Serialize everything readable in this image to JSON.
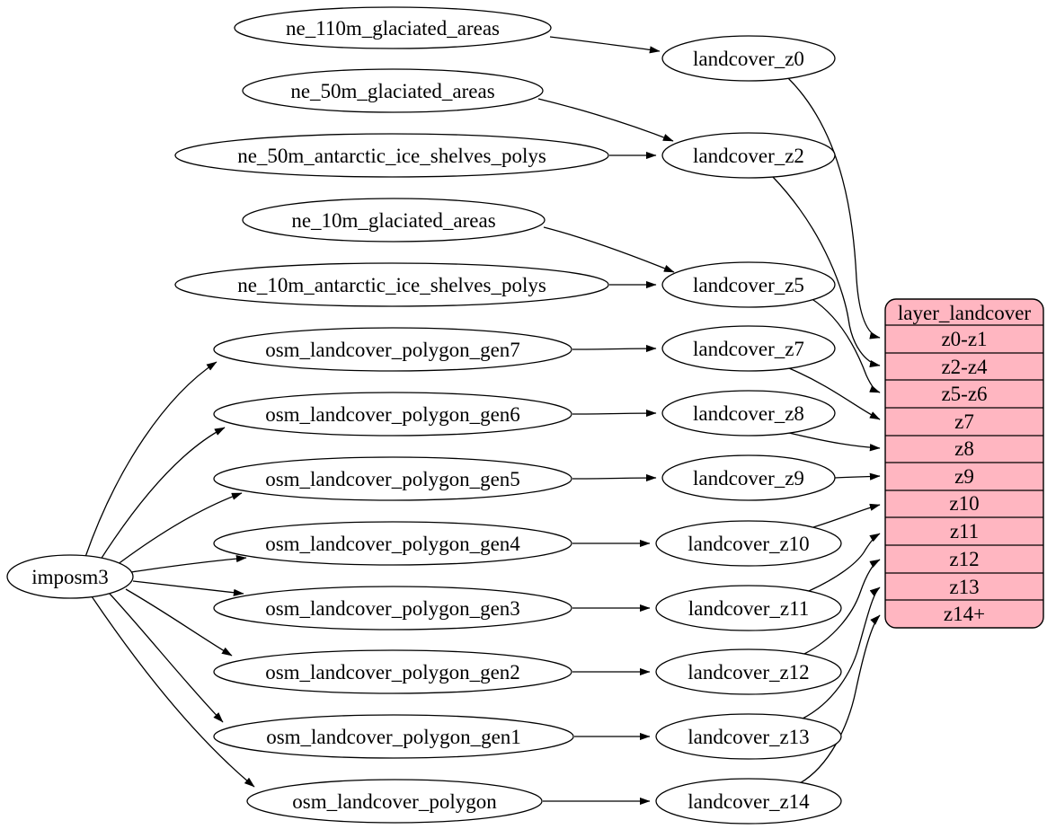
{
  "diagram": {
    "kind": "etl-dependency-graph",
    "description": "Mapping of source tables through landcover zoom-level views into the layer_landcover output"
  },
  "colors": {
    "table_fill": "#ffb6c1",
    "node_fill": "#ffffff",
    "stroke": "#000000"
  },
  "nodes": {
    "imposm3": {
      "label": "imposm3"
    },
    "ne_110m_glaciated_areas": {
      "label": "ne_110m_glaciated_areas"
    },
    "ne_50m_glaciated_areas": {
      "label": "ne_50m_glaciated_areas"
    },
    "ne_50m_antarctic_ice_shelves_polys": {
      "label": "ne_50m_antarctic_ice_shelves_polys"
    },
    "ne_10m_glaciated_areas": {
      "label": "ne_10m_glaciated_areas"
    },
    "ne_10m_antarctic_ice_shelves_polys": {
      "label": "ne_10m_antarctic_ice_shelves_polys"
    },
    "osm_landcover_polygon_gen7": {
      "label": "osm_landcover_polygon_gen7"
    },
    "osm_landcover_polygon_gen6": {
      "label": "osm_landcover_polygon_gen6"
    },
    "osm_landcover_polygon_gen5": {
      "label": "osm_landcover_polygon_gen5"
    },
    "osm_landcover_polygon_gen4": {
      "label": "osm_landcover_polygon_gen4"
    },
    "osm_landcover_polygon_gen3": {
      "label": "osm_landcover_polygon_gen3"
    },
    "osm_landcover_polygon_gen2": {
      "label": "osm_landcover_polygon_gen2"
    },
    "osm_landcover_polygon_gen1": {
      "label": "osm_landcover_polygon_gen1"
    },
    "osm_landcover_polygon": {
      "label": "osm_landcover_polygon"
    },
    "landcover_z0": {
      "label": "landcover_z0"
    },
    "landcover_z2": {
      "label": "landcover_z2"
    },
    "landcover_z5": {
      "label": "landcover_z5"
    },
    "landcover_z7": {
      "label": "landcover_z7"
    },
    "landcover_z8": {
      "label": "landcover_z8"
    },
    "landcover_z9": {
      "label": "landcover_z9"
    },
    "landcover_z10": {
      "label": "landcover_z10"
    },
    "landcover_z11": {
      "label": "landcover_z11"
    },
    "landcover_z12": {
      "label": "landcover_z12"
    },
    "landcover_z13": {
      "label": "landcover_z13"
    },
    "landcover_z14": {
      "label": "landcover_z14"
    }
  },
  "table": {
    "title": "layer_landcover",
    "rows": [
      "z0-z1",
      "z2-z4",
      "z5-z6",
      "z7",
      "z8",
      "z9",
      "z10",
      "z11",
      "z12",
      "z13",
      "z14+"
    ]
  },
  "edges": [
    {
      "from": "ne_110m_glaciated_areas",
      "to": "landcover_z0"
    },
    {
      "from": "ne_50m_glaciated_areas",
      "to": "landcover_z2"
    },
    {
      "from": "ne_50m_antarctic_ice_shelves_polys",
      "to": "landcover_z2"
    },
    {
      "from": "ne_10m_glaciated_areas",
      "to": "landcover_z5"
    },
    {
      "from": "ne_10m_antarctic_ice_shelves_polys",
      "to": "landcover_z5"
    },
    {
      "from": "osm_landcover_polygon_gen7",
      "to": "landcover_z7"
    },
    {
      "from": "osm_landcover_polygon_gen6",
      "to": "landcover_z8"
    },
    {
      "from": "osm_landcover_polygon_gen5",
      "to": "landcover_z9"
    },
    {
      "from": "osm_landcover_polygon_gen4",
      "to": "landcover_z10"
    },
    {
      "from": "osm_landcover_polygon_gen3",
      "to": "landcover_z11"
    },
    {
      "from": "osm_landcover_polygon_gen2",
      "to": "landcover_z12"
    },
    {
      "from": "osm_landcover_polygon_gen1",
      "to": "landcover_z13"
    },
    {
      "from": "osm_landcover_polygon",
      "to": "landcover_z14"
    },
    {
      "from": "imposm3",
      "to": "osm_landcover_polygon_gen7"
    },
    {
      "from": "imposm3",
      "to": "osm_landcover_polygon_gen6"
    },
    {
      "from": "imposm3",
      "to": "osm_landcover_polygon_gen5"
    },
    {
      "from": "imposm3",
      "to": "osm_landcover_polygon_gen4"
    },
    {
      "from": "imposm3",
      "to": "osm_landcover_polygon_gen3"
    },
    {
      "from": "imposm3",
      "to": "osm_landcover_polygon_gen2"
    },
    {
      "from": "imposm3",
      "to": "osm_landcover_polygon_gen1"
    },
    {
      "from": "imposm3",
      "to": "osm_landcover_polygon"
    },
    {
      "from": "landcover_z0",
      "to": "layer_landcover.z0-z1"
    },
    {
      "from": "landcover_z2",
      "to": "layer_landcover.z2-z4"
    },
    {
      "from": "landcover_z5",
      "to": "layer_landcover.z5-z6"
    },
    {
      "from": "landcover_z7",
      "to": "layer_landcover.z7"
    },
    {
      "from": "landcover_z8",
      "to": "layer_landcover.z8"
    },
    {
      "from": "landcover_z9",
      "to": "layer_landcover.z9"
    },
    {
      "from": "landcover_z10",
      "to": "layer_landcover.z10"
    },
    {
      "from": "landcover_z11",
      "to": "layer_landcover.z11"
    },
    {
      "from": "landcover_z12",
      "to": "layer_landcover.z12"
    },
    {
      "from": "landcover_z13",
      "to": "layer_landcover.z13"
    },
    {
      "from": "landcover_z14",
      "to": "layer_landcover.z14+"
    }
  ]
}
